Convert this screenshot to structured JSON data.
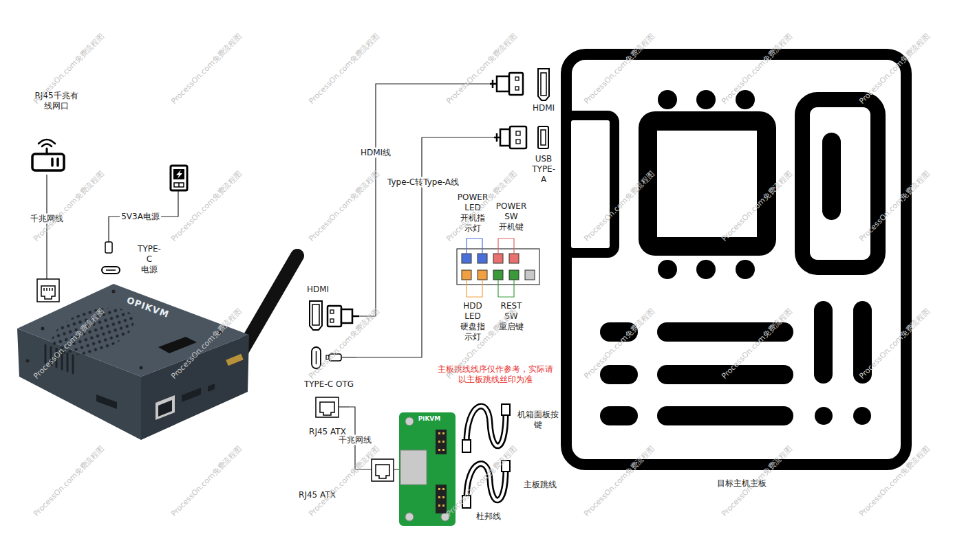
{
  "diagram": {
    "nodes": [
      {
        "text": [
          "RJ45千兆有 线网口"
        ]
      },
      {
        "text": [
          "OPIKVM"
        ]
      },
      {
        "text": [
          "HDMI"
        ]
      },
      {
        "text": [
          "TYPE-C OTG"
        ]
      },
      {
        "text": [
          "RJ45 ATX"
        ]
      },
      {
        "text": [
          "HDMI"
        ]
      },
      {
        "text": [
          "USB TYPE-A"
        ]
      },
      {
        "text": [
          "PiKVM"
        ]
      },
      {
        "text": [
          "目标主机主板"
        ]
      }
    ],
    "edges": [
      {
        "from": 0,
        "to": 1,
        "label": "千兆网线",
        "arrow": "none"
      },
      {
        "from": 2,
        "to": 5,
        "label": "HDMI线",
        "arrow": "none"
      },
      {
        "from": 3,
        "to": 6,
        "label": "Type-C转Type-A线",
        "arrow": "none"
      },
      {
        "from": 4,
        "to": 7,
        "label": "千兆网线",
        "arrow": "none"
      }
    ],
    "labels": [
      "5V3A电源",
      "TYPE-C 电源",
      "POWER LED 开机指 示灯",
      "POWER SW 开机键",
      "HDD LED 硬盘指 示灯",
      "REST SW 重启键",
      "主板跳线线序仅作参考，实际请 以主板跳线丝印为准",
      "RJ45 ATX",
      "机箱面板按 键",
      "主板跳线",
      "杜邦线",
      "ProcessOn.com免费流程图",
      "ProcessOn.com免费流程图",
      "ProcessOn.com免费流程图",
      "ProcessOn.com免费流程图",
      "ProcessOn.com免费流程图",
      "ProcessOn.com免费流程图",
      "ProcessOn.com免费流程图",
      "ProcessOn.com免费流程图",
      "ProcessOn.com免费流程图",
      "ProcessOn.com免费流程图",
      "ProcessOn.com免费流程图",
      "ProcessOn.com免费流程图",
      "ProcessOn.com免费流程图",
      "ProcessOn.com免费流程图",
      "ProcessOn.com免费流程图",
      "ProcessOn.com免费流程图",
      "ProcessOn.com免费流程图",
      "ProcessOn.com免费流程图",
      "ProcessOn.com免费流程图",
      "ProcessOn.com免费流程图",
      "ProcessOn.com免费流程图",
      "ProcessOn.com免费流程图",
      "ProcessOn.com免费流程图",
      "ProcessOn.com免费流程图",
      "ProcessOn.com免费流程图",
      "ProcessOn.com免费流程图",
      "ProcessOn.com免费流程图",
      "ProcessOn.com免费流程图"
    ]
  }
}
